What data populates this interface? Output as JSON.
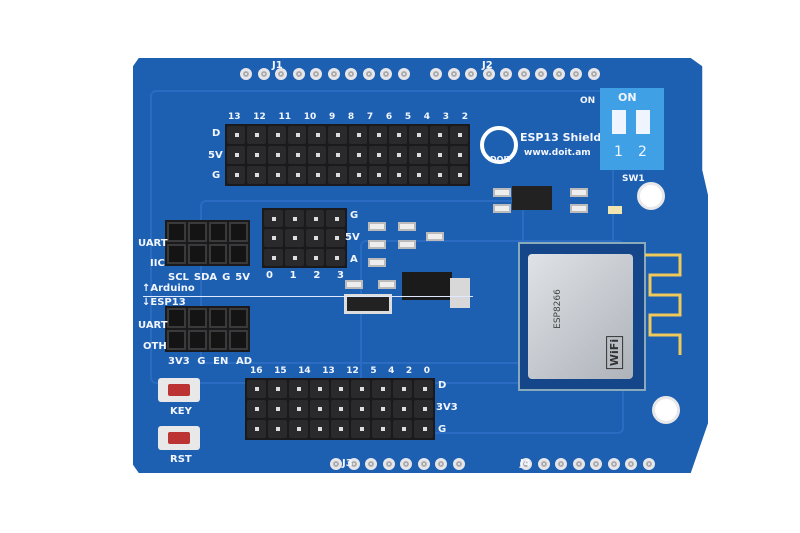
{
  "board": {
    "title": "ESP13 Shield",
    "url": "www.doit.am",
    "logo_text": "DOIT",
    "connectors": {
      "j1": "J1",
      "j2": "J2",
      "j3": "J3",
      "j4": "J4"
    },
    "switch": {
      "on_label": "ON",
      "silk_on": "ON",
      "pos1": "1",
      "pos2": "2",
      "name": "SW1"
    },
    "top_header": {
      "row_labels": [
        "D",
        "5V",
        "G"
      ],
      "pins": [
        "13",
        "12",
        "11",
        "10",
        "9",
        "8",
        "7",
        "6",
        "5",
        "4",
        "3",
        "2"
      ]
    },
    "analog_header": {
      "row_labels": [
        "G",
        "5V",
        "A"
      ],
      "pins": [
        "0",
        "1",
        "2",
        "3"
      ]
    },
    "uart_upper": {
      "label1": "UART",
      "label2": "IIC",
      "pins": [
        "SCL",
        "SDA",
        "G",
        "5V"
      ]
    },
    "divider": {
      "top": "Arduino",
      "bottom": "ESP13"
    },
    "uart_lower": {
      "label1": "UART",
      "label2": "OTH",
      "pins": [
        "3V3",
        "G",
        "EN",
        "AD"
      ]
    },
    "bottom_header": {
      "row_labels": [
        "D",
        "3V3",
        "G"
      ],
      "pins": [
        "16",
        "15",
        "14",
        "13",
        "12",
        "5",
        "4",
        "2",
        "0"
      ]
    },
    "buttons": {
      "key": "KEY",
      "rst": "RST"
    },
    "module": {
      "wifi": "WiFi",
      "text": "ESP8266"
    },
    "colors": {
      "pcb": "#1d5fb0",
      "header": "#1a1a1c",
      "module": "#c9cdd3"
    }
  }
}
